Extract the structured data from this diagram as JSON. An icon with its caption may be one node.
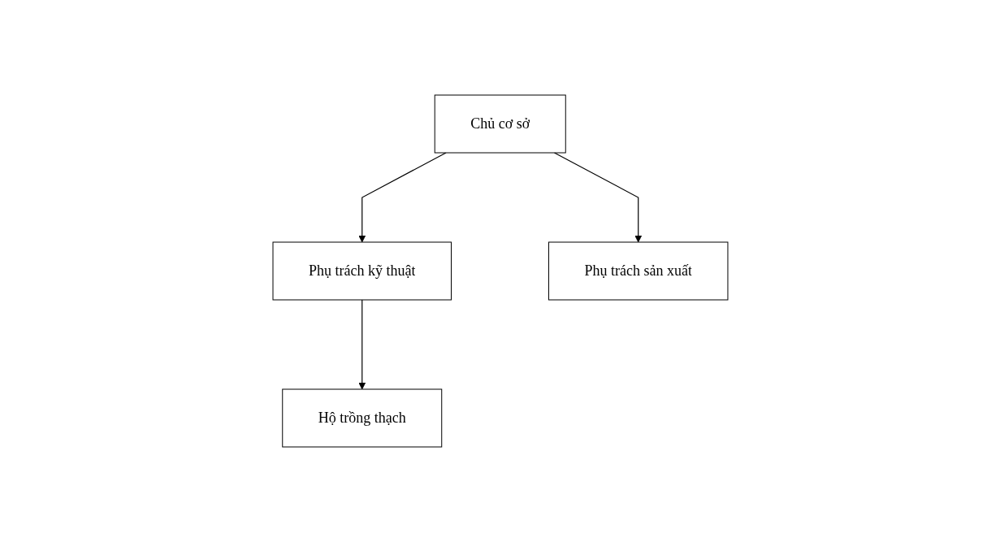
{
  "diagram": {
    "nodes": [
      {
        "text": [
          "Chủ cơ sở"
        ]
      },
      {
        "text": [
          "Phụ trách kỹ thuật"
        ]
      },
      {
        "text": [
          "Phụ trách sản xuất"
        ]
      },
      {
        "text": [
          "Hộ trồng thạch"
        ]
      }
    ],
    "edges": [
      {
        "from": 0,
        "to": 1,
        "arrow": "to"
      },
      {
        "from": 0,
        "to": 2,
        "arrow": "to"
      },
      {
        "from": 1,
        "to": 3,
        "arrow": "to"
      }
    ]
  }
}
